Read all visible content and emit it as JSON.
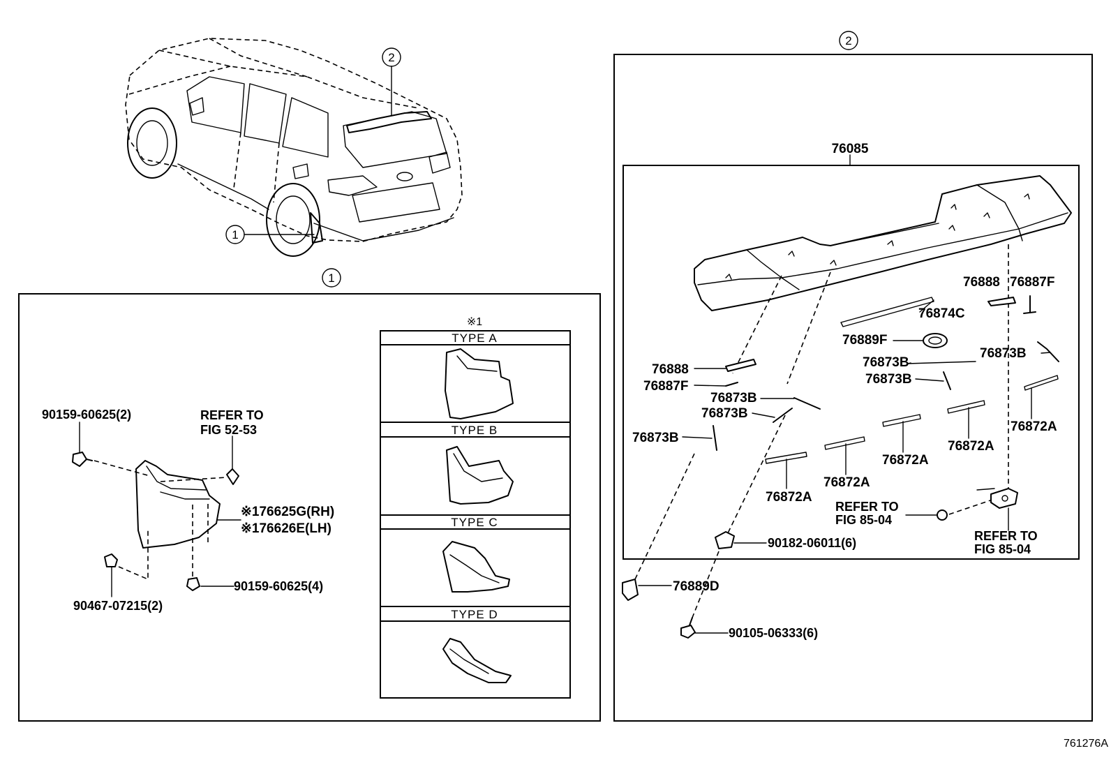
{
  "callouts": {
    "section1": "1",
    "section2": "2",
    "car1": "1",
    "car2": "2"
  },
  "left": {
    "note_mark": "※1",
    "types": [
      "TYPE A",
      "TYPE B",
      "TYPE C",
      "TYPE D"
    ],
    "labels": {
      "bolt_top": "90159-60625(2)",
      "refer1_l1": "REFER TO",
      "refer1_l2": "FIG 52-53",
      "mudguard_rh": "※176625G(RH)",
      "mudguard_lh": "※176626E(LH)",
      "clip_bottom": "90467-07215(2)",
      "bolt_bottom": "90159-60625(4)"
    }
  },
  "right": {
    "spoiler": "76085",
    "labels": {
      "p76888_top": "76888",
      "p76887f_top": "76887F",
      "p76874c": "76874C",
      "p76889f": "76889F",
      "p76873b_r": "76873B",
      "p76888_l": "76888",
      "p76887f_l": "76887F",
      "p76873b_m1": "76873B",
      "p76873b_m2": "76873B",
      "p76873b_a": "76873B",
      "p76873b_b": "76873B",
      "p76873b_c": "76873B",
      "p76872a_r": "76872A",
      "p76872a_1": "76872A",
      "p76872a_2": "76872A",
      "p76872a_3": "76872A",
      "p76872a_4": "76872A",
      "refer_a_l1": "REFER TO",
      "refer_a_l2": "FIG 85-04",
      "refer_b_l1": "REFER TO",
      "refer_b_l2": "FIG 85-04",
      "nut": "90182-06011(6)",
      "clip_d": "76889D",
      "screw": "90105-06333(6)"
    }
  },
  "figure_id": "761276A"
}
